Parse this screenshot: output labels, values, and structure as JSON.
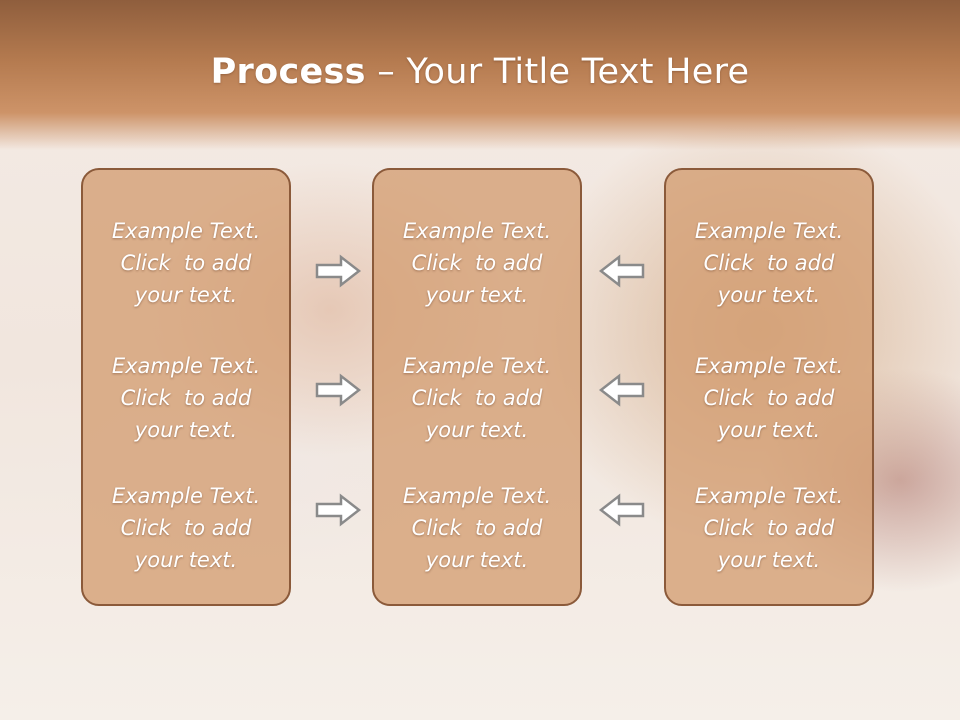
{
  "title": {
    "bold": "Process",
    "rest": " – Your Title Text Here"
  },
  "panels": {
    "left": [
      {
        "line1": "Example Text.",
        "line2": "Click  to add",
        "line3": "your text."
      },
      {
        "line1": "Example Text.",
        "line2": "Click  to add",
        "line3": "your text."
      },
      {
        "line1": "Example Text.",
        "line2": "Click  to add",
        "line3": "your text."
      }
    ],
    "mid": [
      {
        "line1": "Example Text.",
        "line2": "Click  to add",
        "line3": "your text."
      },
      {
        "line1": "Example Text.",
        "line2": "Click  to add",
        "line3": "your text."
      },
      {
        "line1": "Example Text.",
        "line2": "Click  to add",
        "line3": "your text."
      }
    ],
    "right": [
      {
        "line1": "Example Text.",
        "line2": "Click  to add",
        "line3": "your text."
      },
      {
        "line1": "Example Text.",
        "line2": "Click  to add",
        "line3": "your text."
      },
      {
        "line1": "Example Text.",
        "line2": "Click  to add",
        "line3": "your text."
      }
    ]
  },
  "arrows": {
    "left_to_mid": "arrow-right-icon",
    "right_to_mid": "arrow-left-icon"
  },
  "colors": {
    "header": "#b47a4f",
    "panel_fill": "#d49e72",
    "panel_border": "#8b5a3a",
    "text": "#ffffff"
  }
}
